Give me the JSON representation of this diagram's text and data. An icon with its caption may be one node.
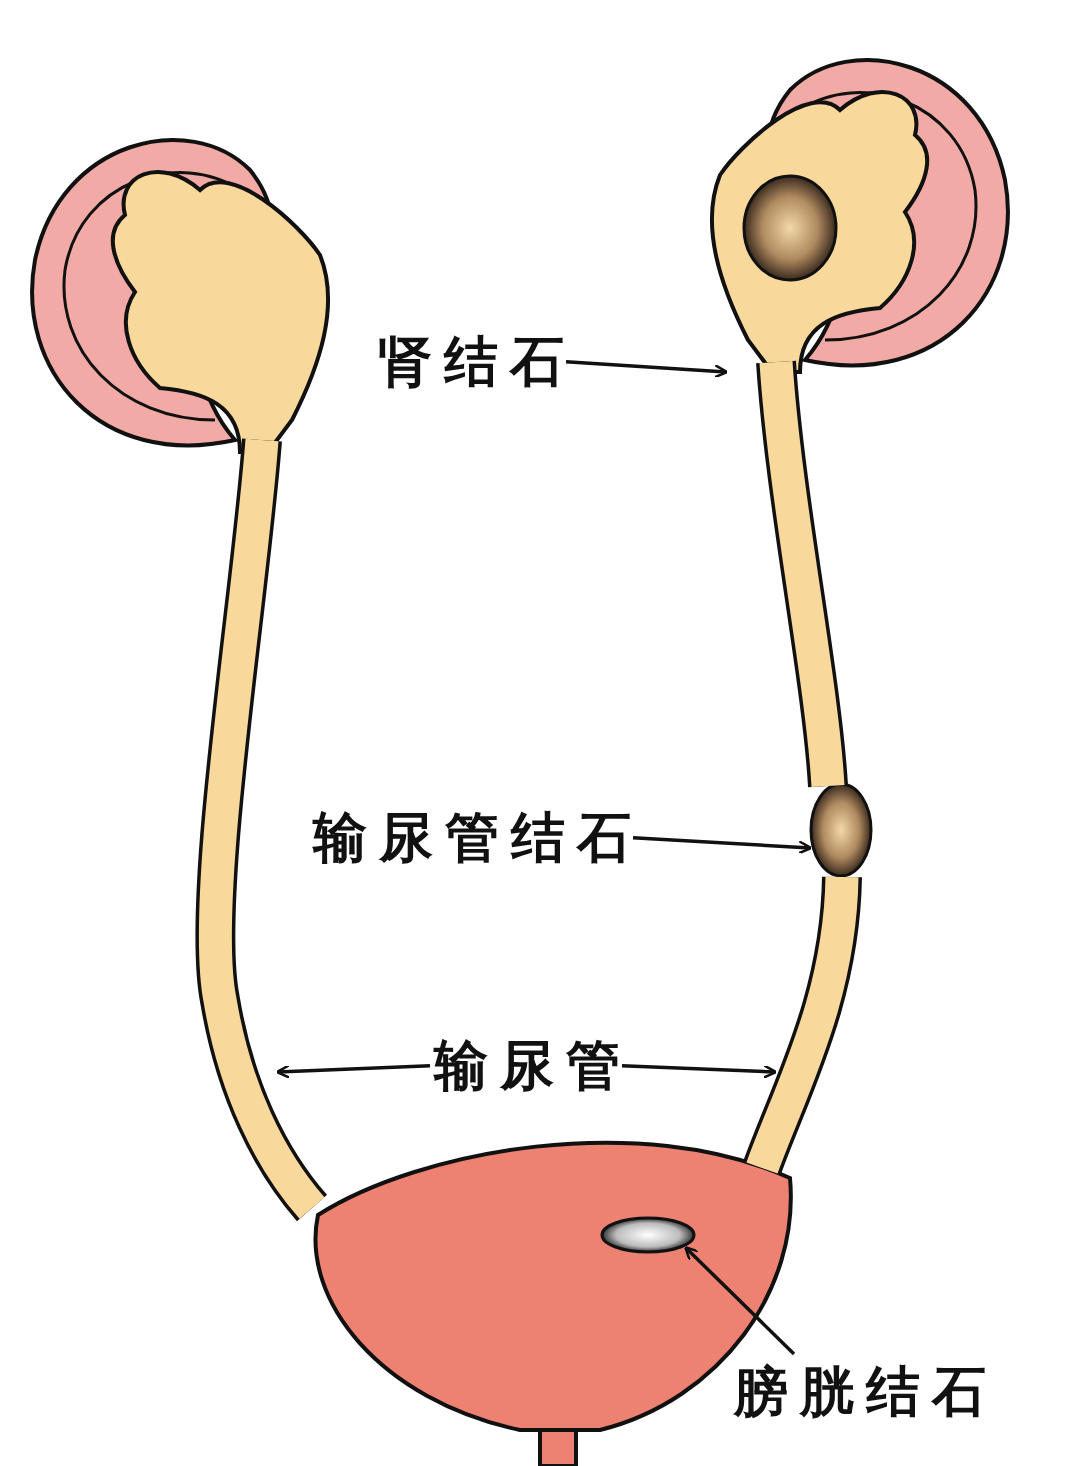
{
  "diagram": {
    "nodes": [
      {
        "text": [
          "肾结石"
        ]
      },
      {
        "text": [],
        "shape": "picture"
      },
      {
        "text": [
          "输尿管结石"
        ]
      },
      {
        "text": [],
        "shape": "picture"
      },
      {
        "text": [
          "输尿管"
        ]
      },
      {
        "text": [],
        "shape": "picture"
      },
      {
        "text": [],
        "shape": "picture"
      },
      {
        "text": [
          "膀胱结石"
        ]
      },
      {
        "text": [],
        "shape": "picture"
      }
    ],
    "edges": [
      {
        "from": 0,
        "to": 1,
        "arrow": "to"
      },
      {
        "from": 2,
        "to": 3,
        "arrow": "to"
      },
      {
        "from": 4,
        "to": 5,
        "arrow": "to"
      },
      {
        "from": 4,
        "to": 6,
        "arrow": "to"
      },
      {
        "from": 7,
        "to": 8,
        "arrow": "to"
      }
    ]
  }
}
